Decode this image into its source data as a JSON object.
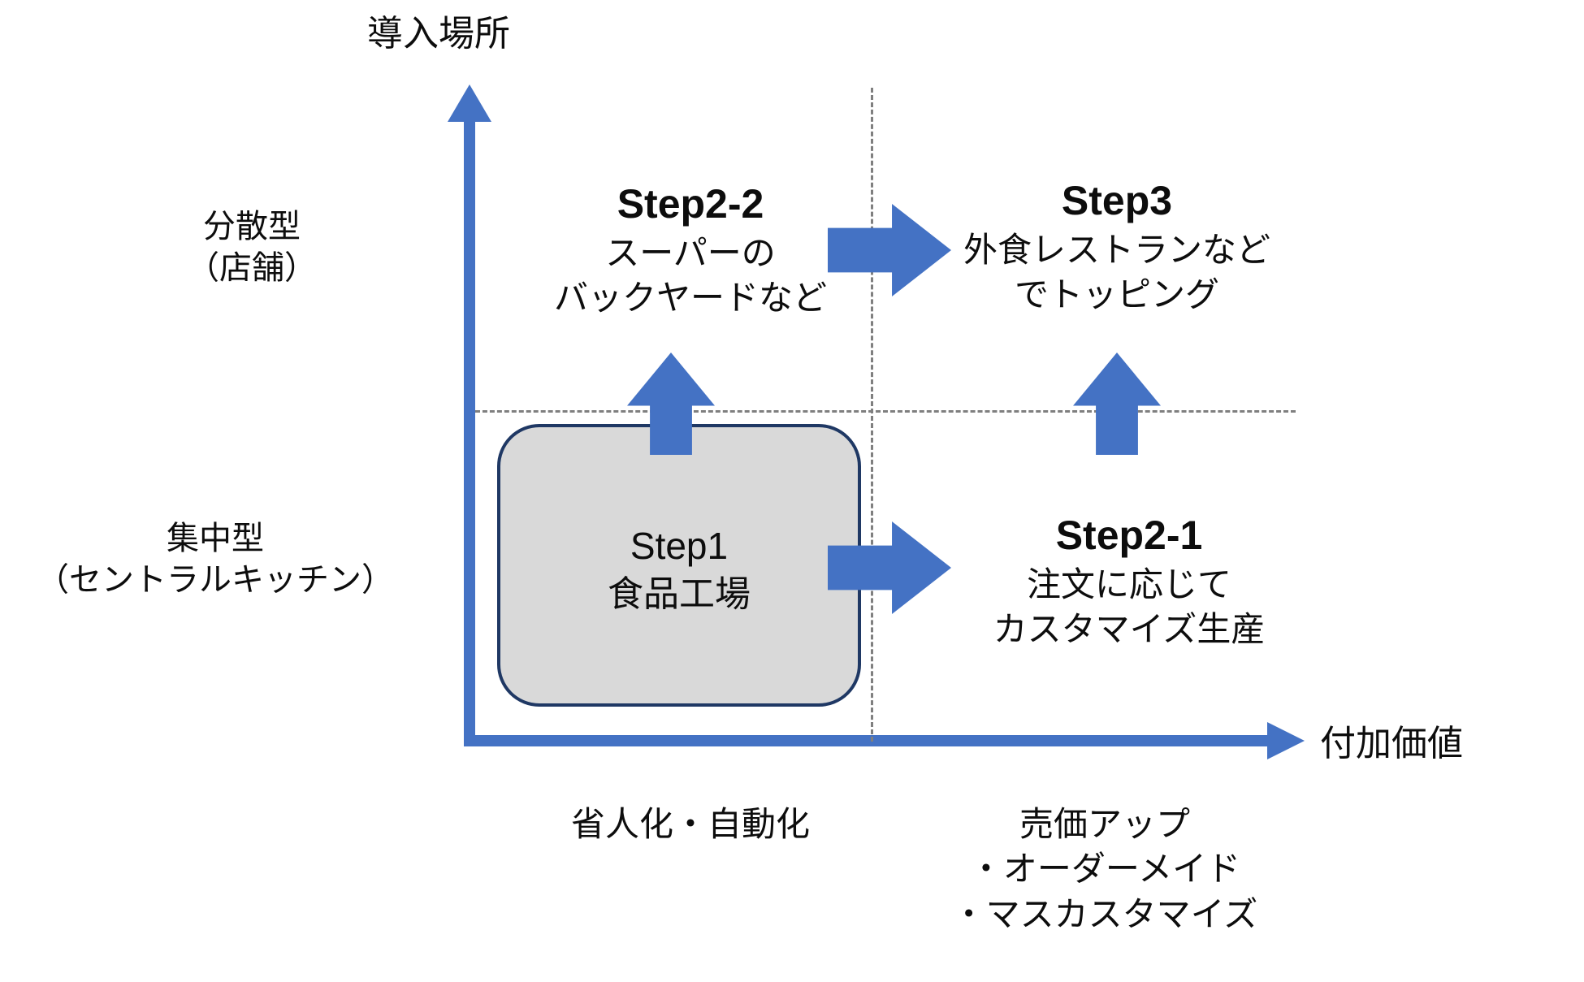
{
  "diagram": {
    "type": "two-axis-quadrant-matrix",
    "axes": {
      "y_title": "導入場所",
      "x_title": "付加価値",
      "y_tick_top": "分散型\n（店舗）",
      "y_tick_bottom": "集中型\n（セントラルキッチン）"
    },
    "nodes": [
      {
        "id": "step1",
        "heading": "Step1",
        "body": "食品工場",
        "shape": "rounded-rectangle",
        "fill": "#D9D9D9",
        "border": "#1F3864"
      },
      {
        "id": "step2-2",
        "heading": "Step2-2",
        "body": "スーパーの\nバックヤードなど"
      },
      {
        "id": "step2-1",
        "heading": "Step2-1",
        "body": "注文に応じて\nカスタマイズ生産"
      },
      {
        "id": "step3",
        "heading": "Step3",
        "body": "外食レストランなど\nでトッピング"
      }
    ],
    "arrows": [
      {
        "id": "step1-to-step2-2",
        "direction": "up",
        "from": "step1",
        "to": "step2-2"
      },
      {
        "id": "step1-to-step2-1",
        "direction": "right",
        "from": "step1",
        "to": "step2-1"
      },
      {
        "id": "step2-2-to-step3",
        "direction": "right",
        "from": "step2-2",
        "to": "step3"
      },
      {
        "id": "step2-1-to-step3",
        "direction": "up",
        "from": "step2-1",
        "to": "step3"
      }
    ],
    "annotations": {
      "bottom_left": "省人化・自動化",
      "bottom_right": "売価アップ\n・オーダーメイド\n・マスカスタマイズ"
    },
    "colors": {
      "accent_blue": "#4472C4",
      "box_fill_gray": "#D9D9D9",
      "box_border_navy": "#1F3864",
      "dashed_gray": "#7F7F7F",
      "text_black": "#0D0D0D",
      "background": "#FFFFFF"
    }
  }
}
